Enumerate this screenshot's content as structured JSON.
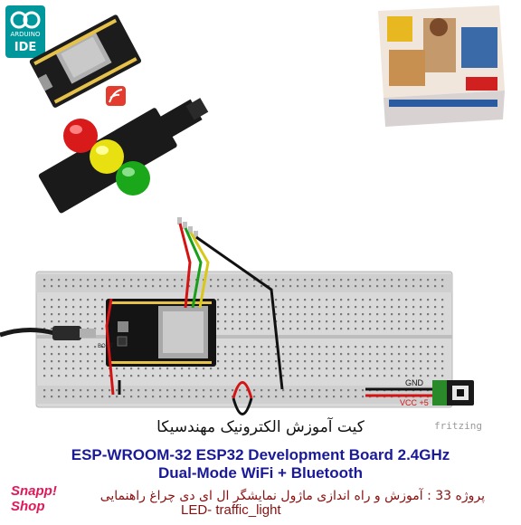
{
  "logos": {
    "arduino_top": "ARDUINO",
    "arduino_ide": "IDE"
  },
  "labels": {
    "gnd": "GND",
    "vcc": "VCC +5",
    "boot": "BOOT",
    "fritzing": "fritzing"
  },
  "captions": {
    "kit_title_fa": "کیت آموزش الکترونیک مهندسیکا",
    "board_title_line1": "ESP-WROOM-32 ESP32  Development Board 2.4GHz",
    "board_title_line2": "Dual-Mode WiFi + Bluetooth",
    "project_fa": "پروژه 33 : آموزش و راه اندازی ماژول نمایشگر ال ای دی چراغ راهنمایی",
    "project_en": "LED- traffic_light"
  },
  "brand": {
    "line1": "Snapp!",
    "line2": "Shop"
  },
  "colors": {
    "led_red": "#d81a1a",
    "led_yellow": "#e8e010",
    "led_green": "#1aa81a",
    "wire_red": "#d41414",
    "wire_green": "#19a019",
    "wire_yellow": "#d8c81a",
    "wire_black": "#111111",
    "caption_blue": "#1a1a99",
    "caption_red": "#8a1010",
    "snapp_pink": "#e0195a"
  }
}
